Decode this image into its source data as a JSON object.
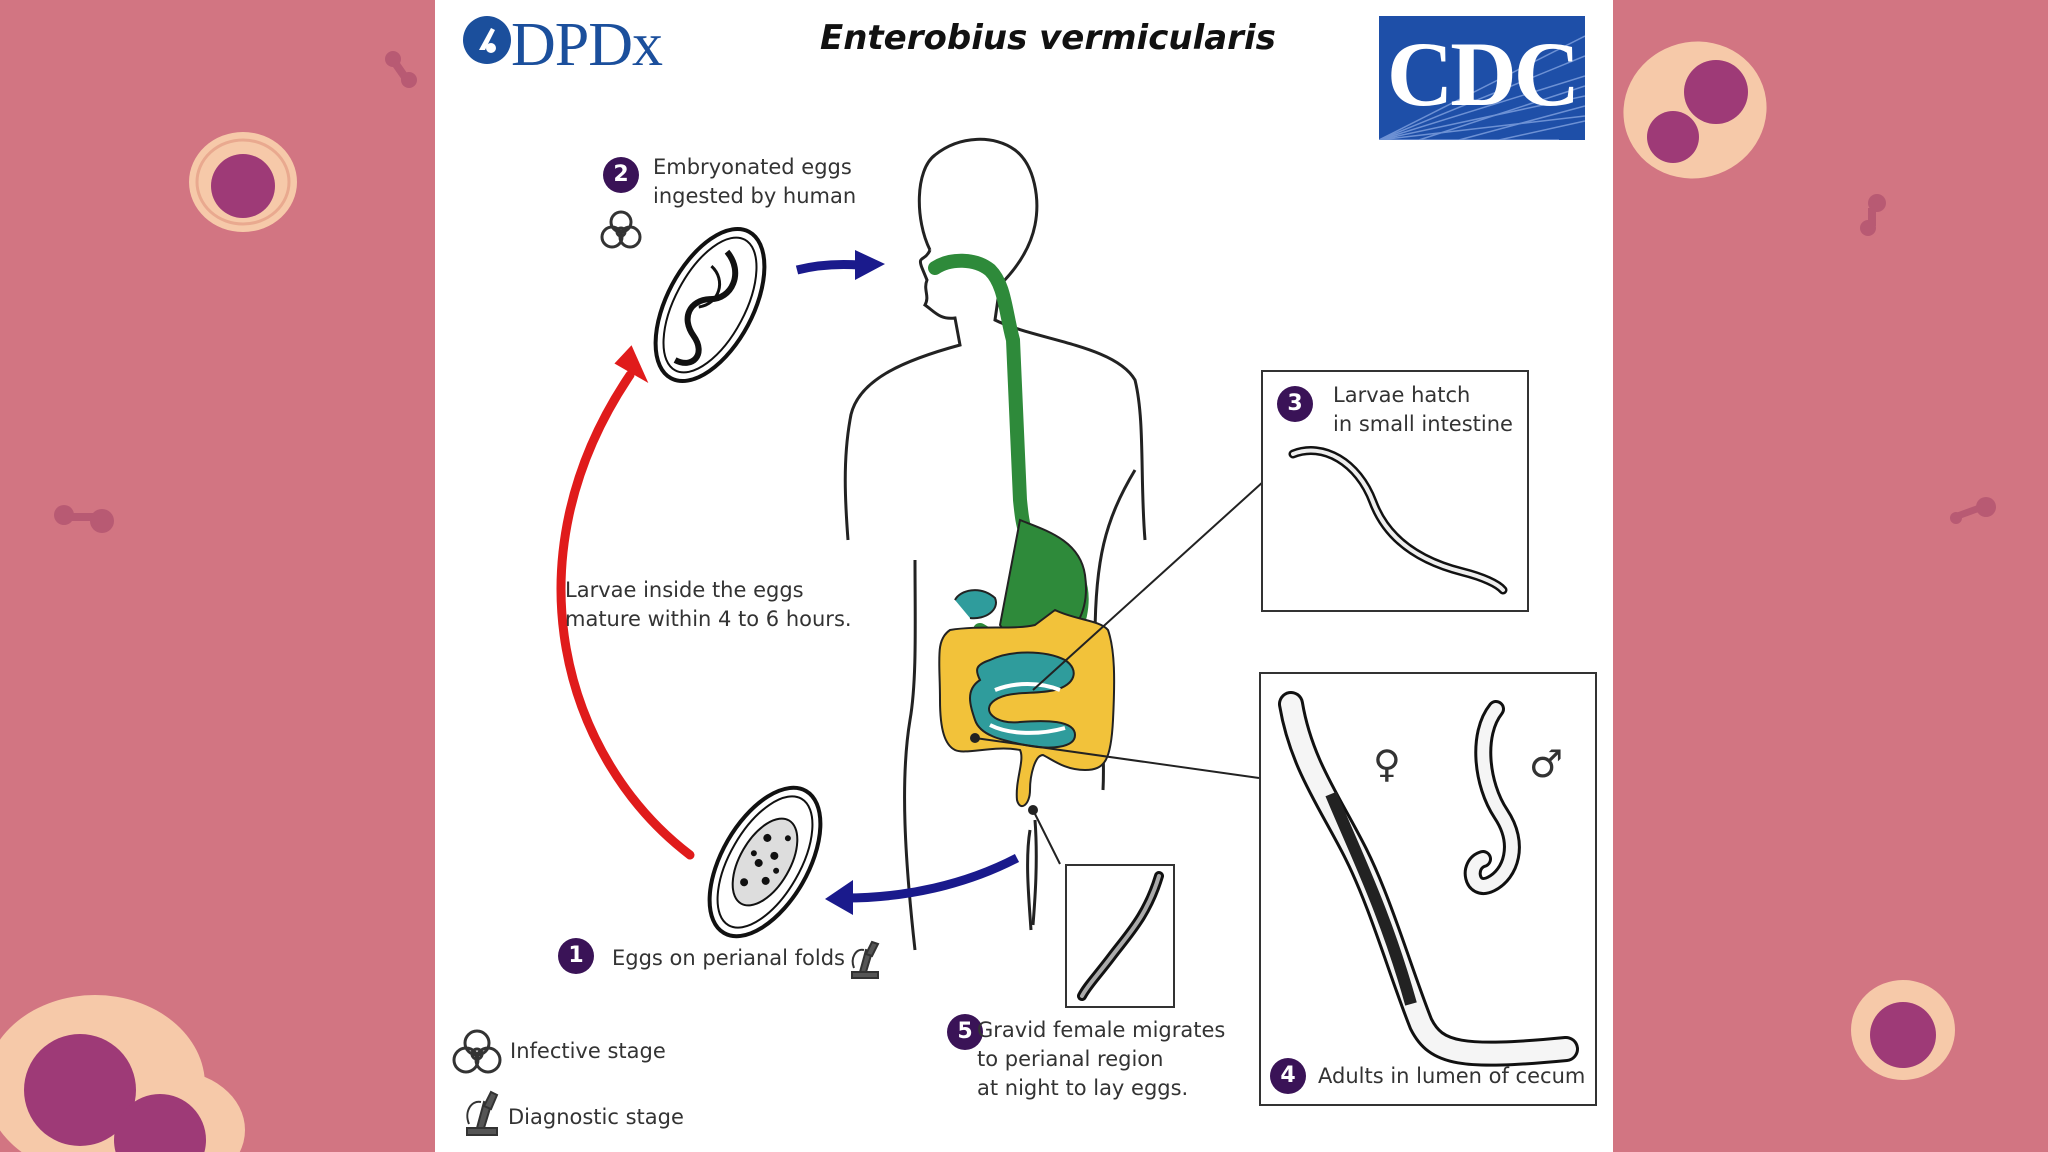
{
  "header": {
    "logo_left": "DPDx",
    "title": "Enterobius vermicularis",
    "logo_right": "CDC"
  },
  "stages": {
    "s1": {
      "number": "1",
      "label": "Eggs on perianal folds"
    },
    "s2": {
      "number": "2",
      "label": "Embryonated eggs\ningested by human"
    },
    "s3": {
      "number": "3",
      "label": "Larvae hatch\nin small intestine"
    },
    "s4": {
      "number": "4",
      "label": "Adults in lumen of cecum"
    },
    "s5": {
      "number": "5",
      "label": "Gravid female migrates\nto perianal region\nat night to lay eggs."
    }
  },
  "maturation_note": "Larvae inside the eggs\nmature within 4 to 6 hours.",
  "legend": {
    "infective": "Infective stage",
    "diagnostic": "Diagnostic stage"
  },
  "symbols": {
    "female": "♀",
    "male": "♂"
  },
  "colors": {
    "background": "#d27582",
    "blob_outer": "#f6c9a9",
    "blob_inner": "#9e3a77",
    "esophagus": "#2e8a3a",
    "colon": "#f2c23a",
    "small_intestine": "#2f9c9c",
    "arrow_red": "#e01b1b",
    "arrow_blue": "#1a1a8c",
    "number_badge": "#3a1357"
  }
}
